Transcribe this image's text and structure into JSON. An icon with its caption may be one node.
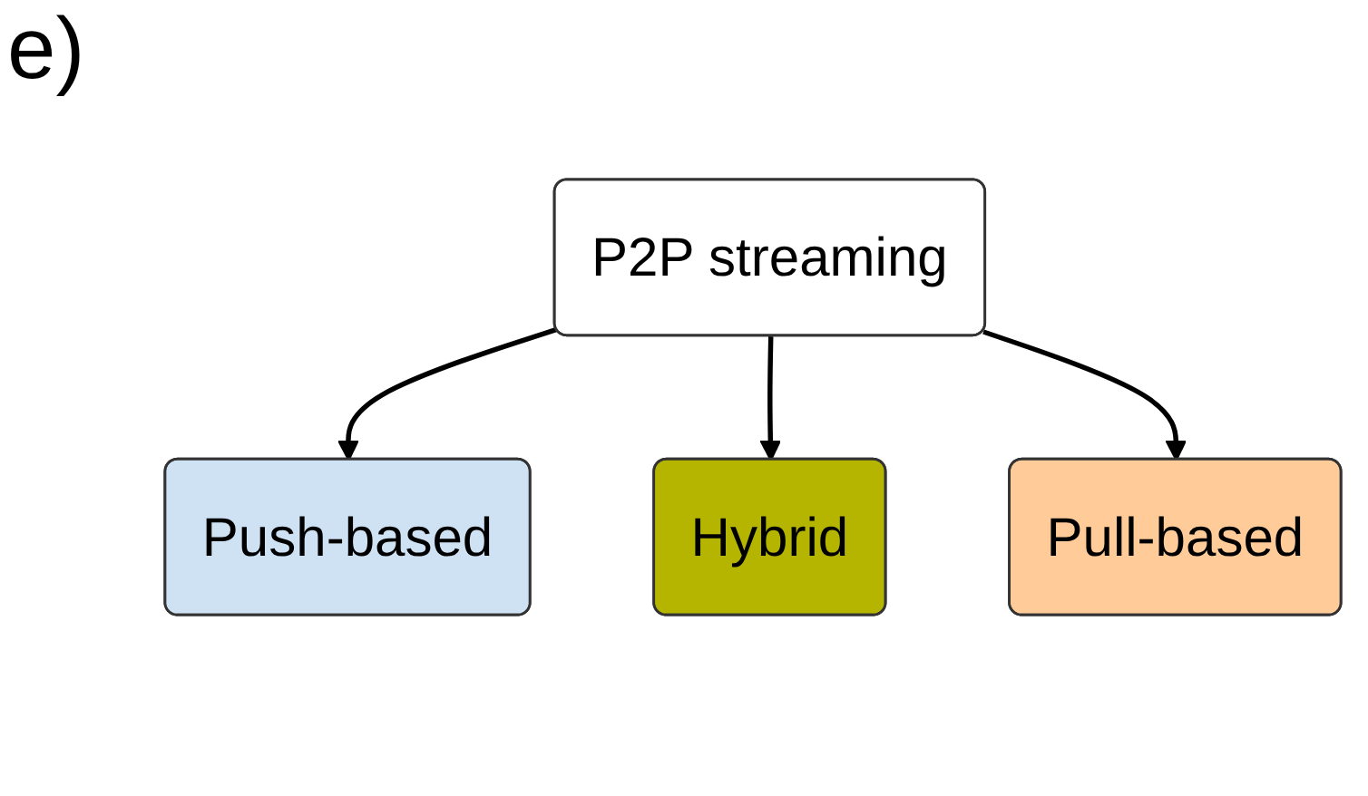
{
  "diagram": {
    "nodes": [
      {
        "text": [
          "P2P streaming"
        ]
      },
      {
        "text": [
          "Push-based"
        ]
      },
      {
        "text": [
          "Pull-based"
        ]
      },
      {
        "text": [
          "Hybrid"
        ]
      }
    ],
    "edges": [
      {
        "from": 0,
        "to": 1,
        "arrow": "to"
      },
      {
        "from": 0,
        "to": 3,
        "arrow": "to"
      },
      {
        "from": 0,
        "to": 2,
        "arrow": "to"
      }
    ],
    "labels": [
      "e)"
    ]
  }
}
